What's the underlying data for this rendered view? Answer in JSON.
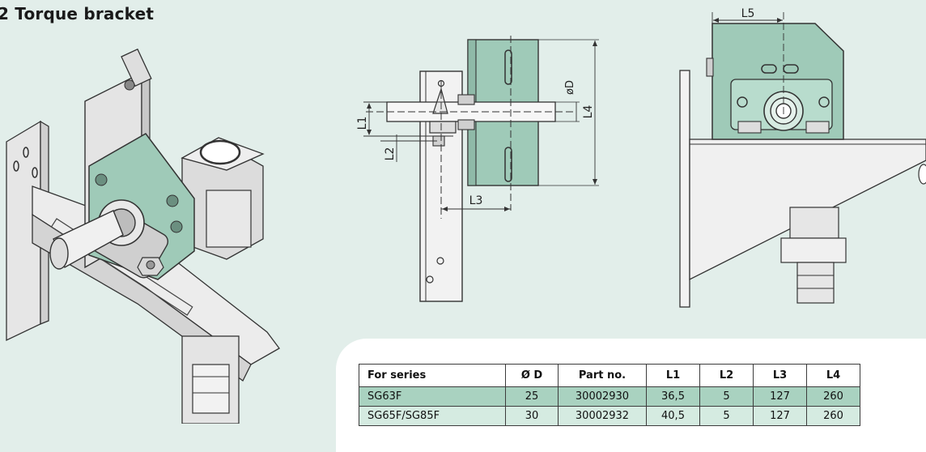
{
  "heading": "2 Torque bracket",
  "dimension_labels": {
    "l1": "L1",
    "l2": "L2",
    "l3": "L3",
    "l4": "L4",
    "l5": "L5",
    "od": "øD"
  },
  "table": {
    "headers": [
      "For series",
      "Ø D",
      "Part no.",
      "L1",
      "L2",
      "L3",
      "L4"
    ],
    "rows": [
      [
        "SG63F",
        "25",
        "30002930",
        "36,5",
        "5",
        "127",
        "260"
      ],
      [
        "SG65F/SG85F",
        "30",
        "30002932",
        "40,5",
        "5",
        "127",
        "260"
      ]
    ]
  },
  "colors": {
    "background": "#e2eeea",
    "plate_green": "#9fcab8",
    "row_dark": "#a9d2c0",
    "row_light": "#d5ebe1"
  }
}
